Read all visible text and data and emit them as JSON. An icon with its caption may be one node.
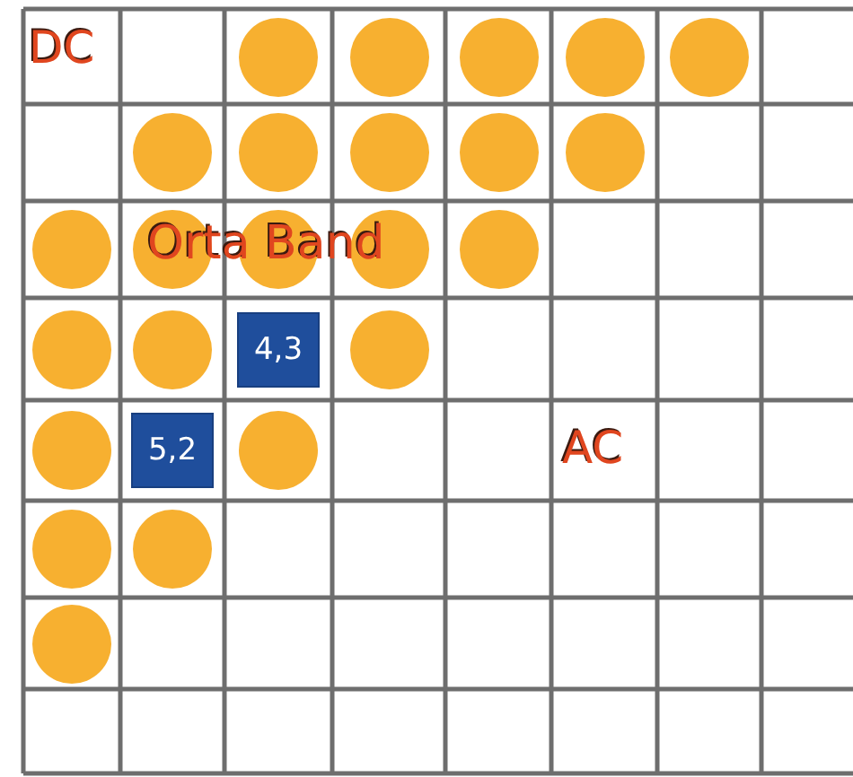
{
  "diagram": {
    "nodes": [
      {
        "text": [],
        "shape": "circle"
      },
      {
        "text": [],
        "shape": "circle"
      },
      {
        "text": [],
        "shape": "circle"
      },
      {
        "text": [],
        "shape": "circle"
      },
      {
        "text": [],
        "shape": "circle"
      },
      {
        "text": [],
        "shape": "circle"
      },
      {
        "text": [],
        "shape": "circle"
      },
      {
        "text": [],
        "shape": "circle"
      },
      {
        "text": [],
        "shape": "circle"
      },
      {
        "text": [],
        "shape": "circle"
      },
      {
        "text": [],
        "shape": "circle"
      },
      {
        "text": [],
        "shape": "circle"
      },
      {
        "text": [],
        "shape": "circle"
      },
      {
        "text": [],
        "shape": "circle"
      },
      {
        "text": [],
        "shape": "circle"
      },
      {
        "text": [],
        "shape": "circle"
      },
      {
        "text": [],
        "shape": "circle"
      },
      {
        "text": [
          "4,3"
        ]
      },
      {
        "text": [],
        "shape": "circle"
      },
      {
        "text": [],
        "shape": "circle"
      },
      {
        "text": [
          "5,2"
        ]
      },
      {
        "text": [],
        "shape": "circle"
      },
      {
        "text": [],
        "shape": "circle"
      },
      {
        "text": [],
        "shape": "circle"
      },
      {
        "text": [],
        "shape": "circle"
      }
    ],
    "labels": [
      "DC",
      "Orta Band",
      "AC"
    ]
  }
}
